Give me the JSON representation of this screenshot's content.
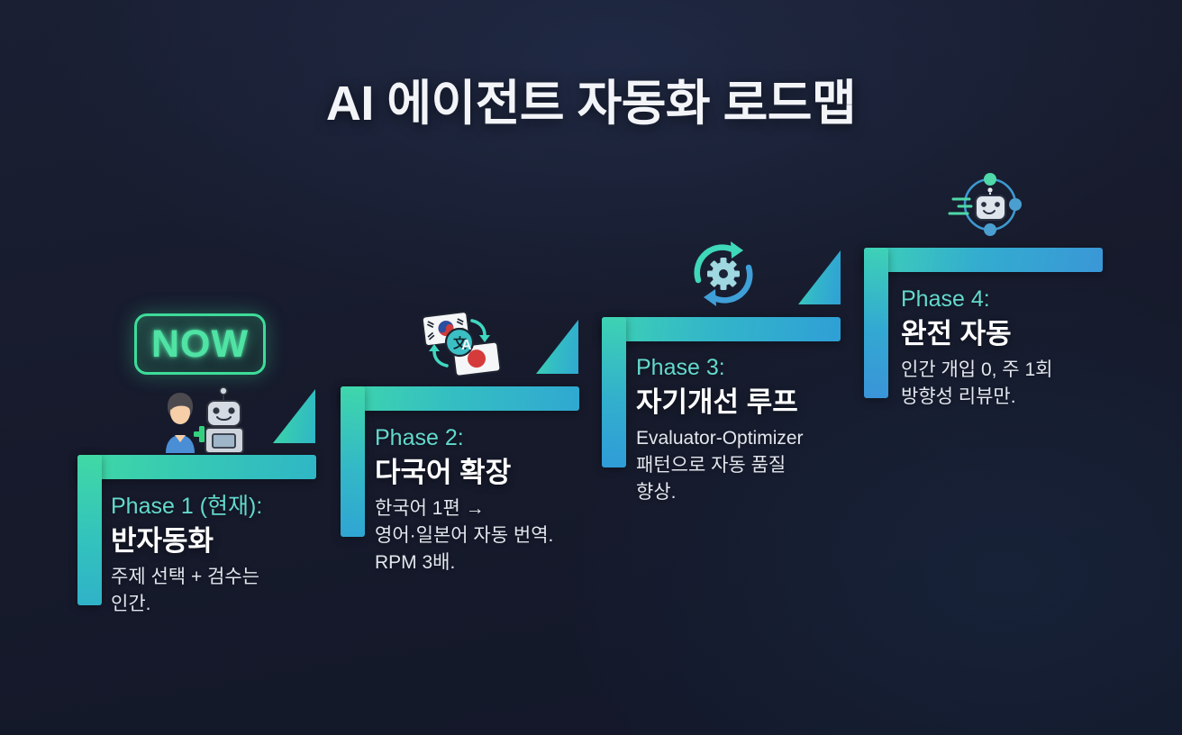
{
  "title": "AI 에이전트 자동화 로드맵",
  "badge": {
    "label": "NOW"
  },
  "colors": {
    "background": "#171b2e",
    "accent_green": "#3ed9a6",
    "accent_blue": "#3a97d6",
    "phase_label": "#63d9cd",
    "title_text": "#f2f4f8",
    "body_text": "#e2e6ee",
    "badge_green": "#4fe3a4"
  },
  "steps": [
    {
      "label": "Phase 1 (현재):",
      "title": "반자동화",
      "desc": "주제 선택 + 검수는\n인간.",
      "icon": "human-plus-robot-icon"
    },
    {
      "label": "Phase 2:",
      "title": "다국어 확장",
      "desc": "한국어 1편 →\n영어·일본어 자동 번역.\nRPM 3배.",
      "icon": "translate-flags-icon"
    },
    {
      "label": "Phase 3:",
      "title": "자기개선 루프",
      "desc": "Evaluator-Optimizer\n패턴으로 자동 품질\n향상.",
      "icon": "gear-refresh-loop-icon"
    },
    {
      "label": "Phase 4:",
      "title": "완전 자동",
      "desc": "인간 개입 0, 주 1회\n방향성 리뷰만.",
      "icon": "orbiting-robot-icon"
    }
  ]
}
